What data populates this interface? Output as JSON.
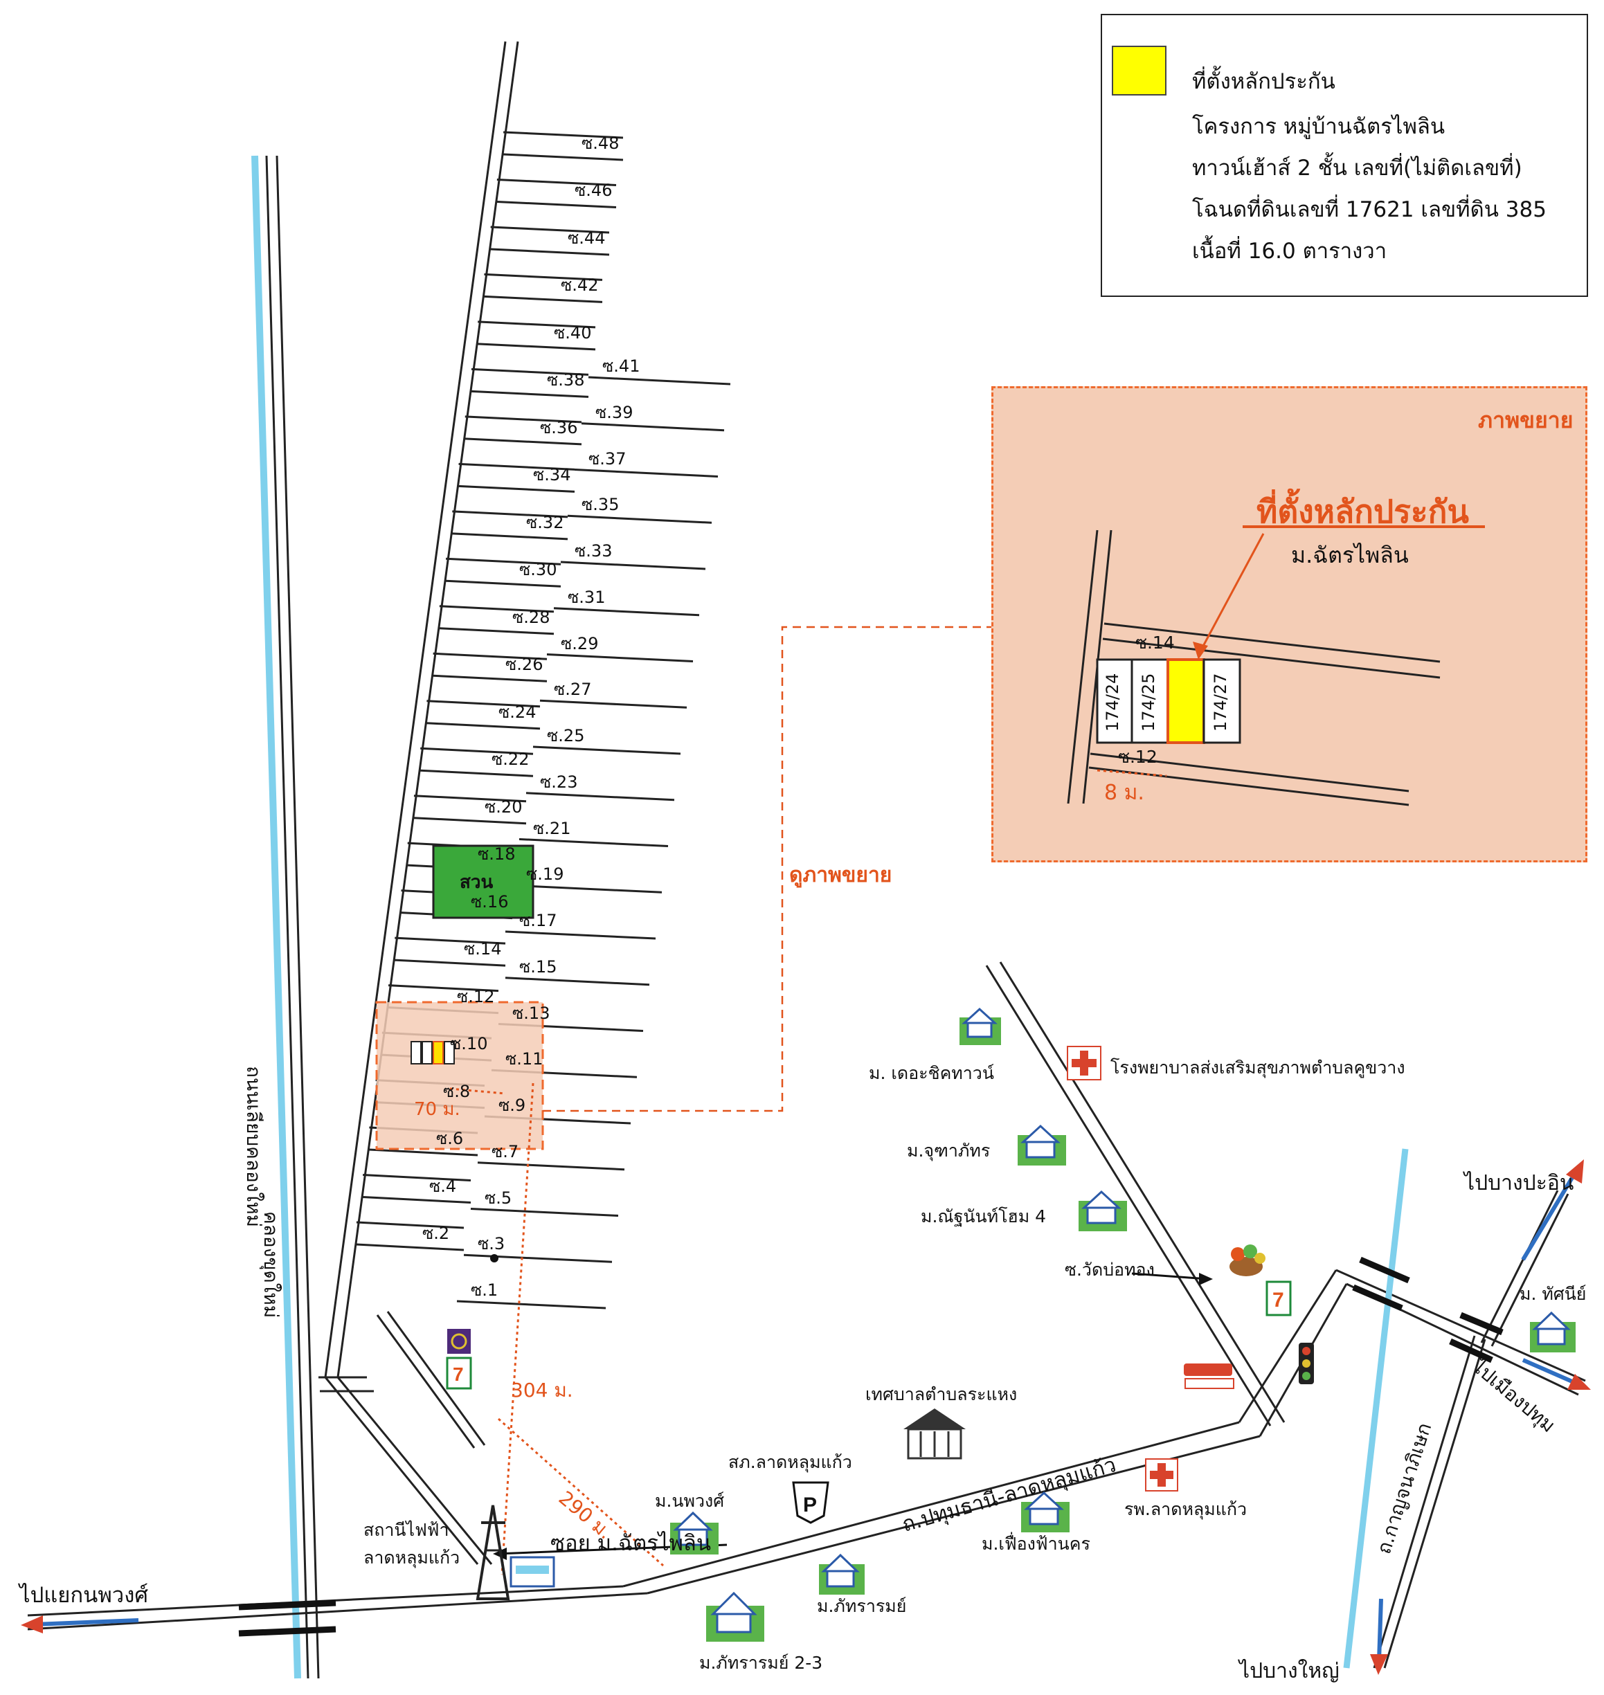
{
  "legend": {
    "swatch_color": "#ffff00",
    "line1": "ที่ตั้งหลักประกัน",
    "line2": "โครงการ หมู่บ้านฉัตรไพลิน",
    "line3": "ทาวน์เฮ้าส์ 2 ชั้น เลขที่(ไม่ติดเลขที่)",
    "line4": "โฉนดที่ดินเลขที่ 17621 เลขที่ดิน 385",
    "line5": "เนื้อที่ 16.0 ตารางวา"
  },
  "inset": {
    "title": "ภาพขยาย",
    "heading": "ที่ตั้งหลักประกัน",
    "village": "ม.ฉัตรไพลิน",
    "soi_top": "ซ.14",
    "soi_bottom": "ซ.12",
    "units": [
      "174/24",
      "174/25",
      "174/27"
    ],
    "distance": "8 ม.",
    "bg_color": "#f4cdb6",
    "accent_color": "#e2541c",
    "highlight_color": "#ffff00"
  },
  "map": {
    "enlarge_link": "ดูภาพขยาย",
    "park": "สวน",
    "canal_road": "ถนนเลียบคลองใหม่",
    "canal": "คลองขุดใหม่",
    "main_road": "ถ.ปทุมธานี-ลาดหลุมแก้ว",
    "side_road": "ถ.กาญจนาภิเษก",
    "soi_entrance": "ซอย ม.ฉัตรไพลิน",
    "dist_304": "304 ม.",
    "dist_290": "290 ม.",
    "dist_70": "70 ม.",
    "soi_left": [
      "ซ.48",
      "ซ.46",
      "ซ.44",
      "ซ.42",
      "ซ.40",
      "ซ.38",
      "ซ.36",
      "ซ.34",
      "ซ.32",
      "ซ.30",
      "ซ.28",
      "ซ.26",
      "ซ.24",
      "ซ.22",
      "ซ.20",
      "ซ.18",
      "ซ.16",
      "ซ.14",
      "ซ.12",
      "ซ.10",
      "ซ.8",
      "ซ.6",
      "ซ.4",
      "ซ.2"
    ],
    "soi_right": [
      "ซ.41",
      "ซ.39",
      "ซ.37",
      "ซ.35",
      "ซ.33",
      "ซ.31",
      "ซ.29",
      "ซ.27",
      "ซ.25",
      "ซ.23",
      "ซ.21",
      "ซ.19",
      "ซ.17",
      "ซ.15",
      "ซ.13",
      "ซ.11",
      "ซ.9",
      "ซ.7",
      "ซ.5",
      "ซ.3",
      "ซ.1"
    ],
    "landmarks": {
      "village_the_chic": "ม. เดอะชิคทาวน์",
      "hospital_kubang": "โรงพยาบาลส่งเสริมสุขภาพตำบลคูขวาง",
      "village_jutha": "ม.จุฑาภัทร",
      "village_nat": "ม.ณัฐนันท์โฮม 4",
      "soi_wat": "ซ.วัดบ่อทอง",
      "to_bang_pa_in": "ไปบางปะอิน",
      "village_thatsanee": "ม. ทัศนีย์",
      "to_mueang_pathum": "ไปเมืองปทุม",
      "municipality": "เทศบาลตำบลระแหง",
      "police": "สภ.ลาดหลุมแก้ว",
      "hospital_lat": "รพ.ลาดหลุมแก้ว",
      "village_noppawong": "ม.นพวงศ์",
      "village_phattaram": "ม.ภัทรารมย์",
      "village_phueang": "ม.เฟื่องฟ้านคร",
      "village_phattaram23": "ม.ภัทรารมย์ 2-3",
      "substation_1": "สถานีไฟฟ้า",
      "substation_2": "ลาดหลุมแก้ว",
      "to_nopphawong": "ไปแยกนพวงศ์",
      "to_bang_yai": "ไปบางใหญ่"
    },
    "icons": [
      "house-icon",
      "hospital-cross-icon",
      "seven-eleven-icon",
      "bank-icon",
      "ajinomoto-logo",
      "traffic-light-icon",
      "fruit-basket-icon",
      "police-sign-icon",
      "municipal-building-icon",
      "power-tower-icon",
      "bridge-icon",
      "arrow-icon"
    ],
    "colors": {
      "canal": "#7fd0ec",
      "park": "#3aa83a",
      "road_line": "#222222",
      "arrow_blue": "#2f6fc2",
      "arrow_red": "#d8432c"
    }
  }
}
